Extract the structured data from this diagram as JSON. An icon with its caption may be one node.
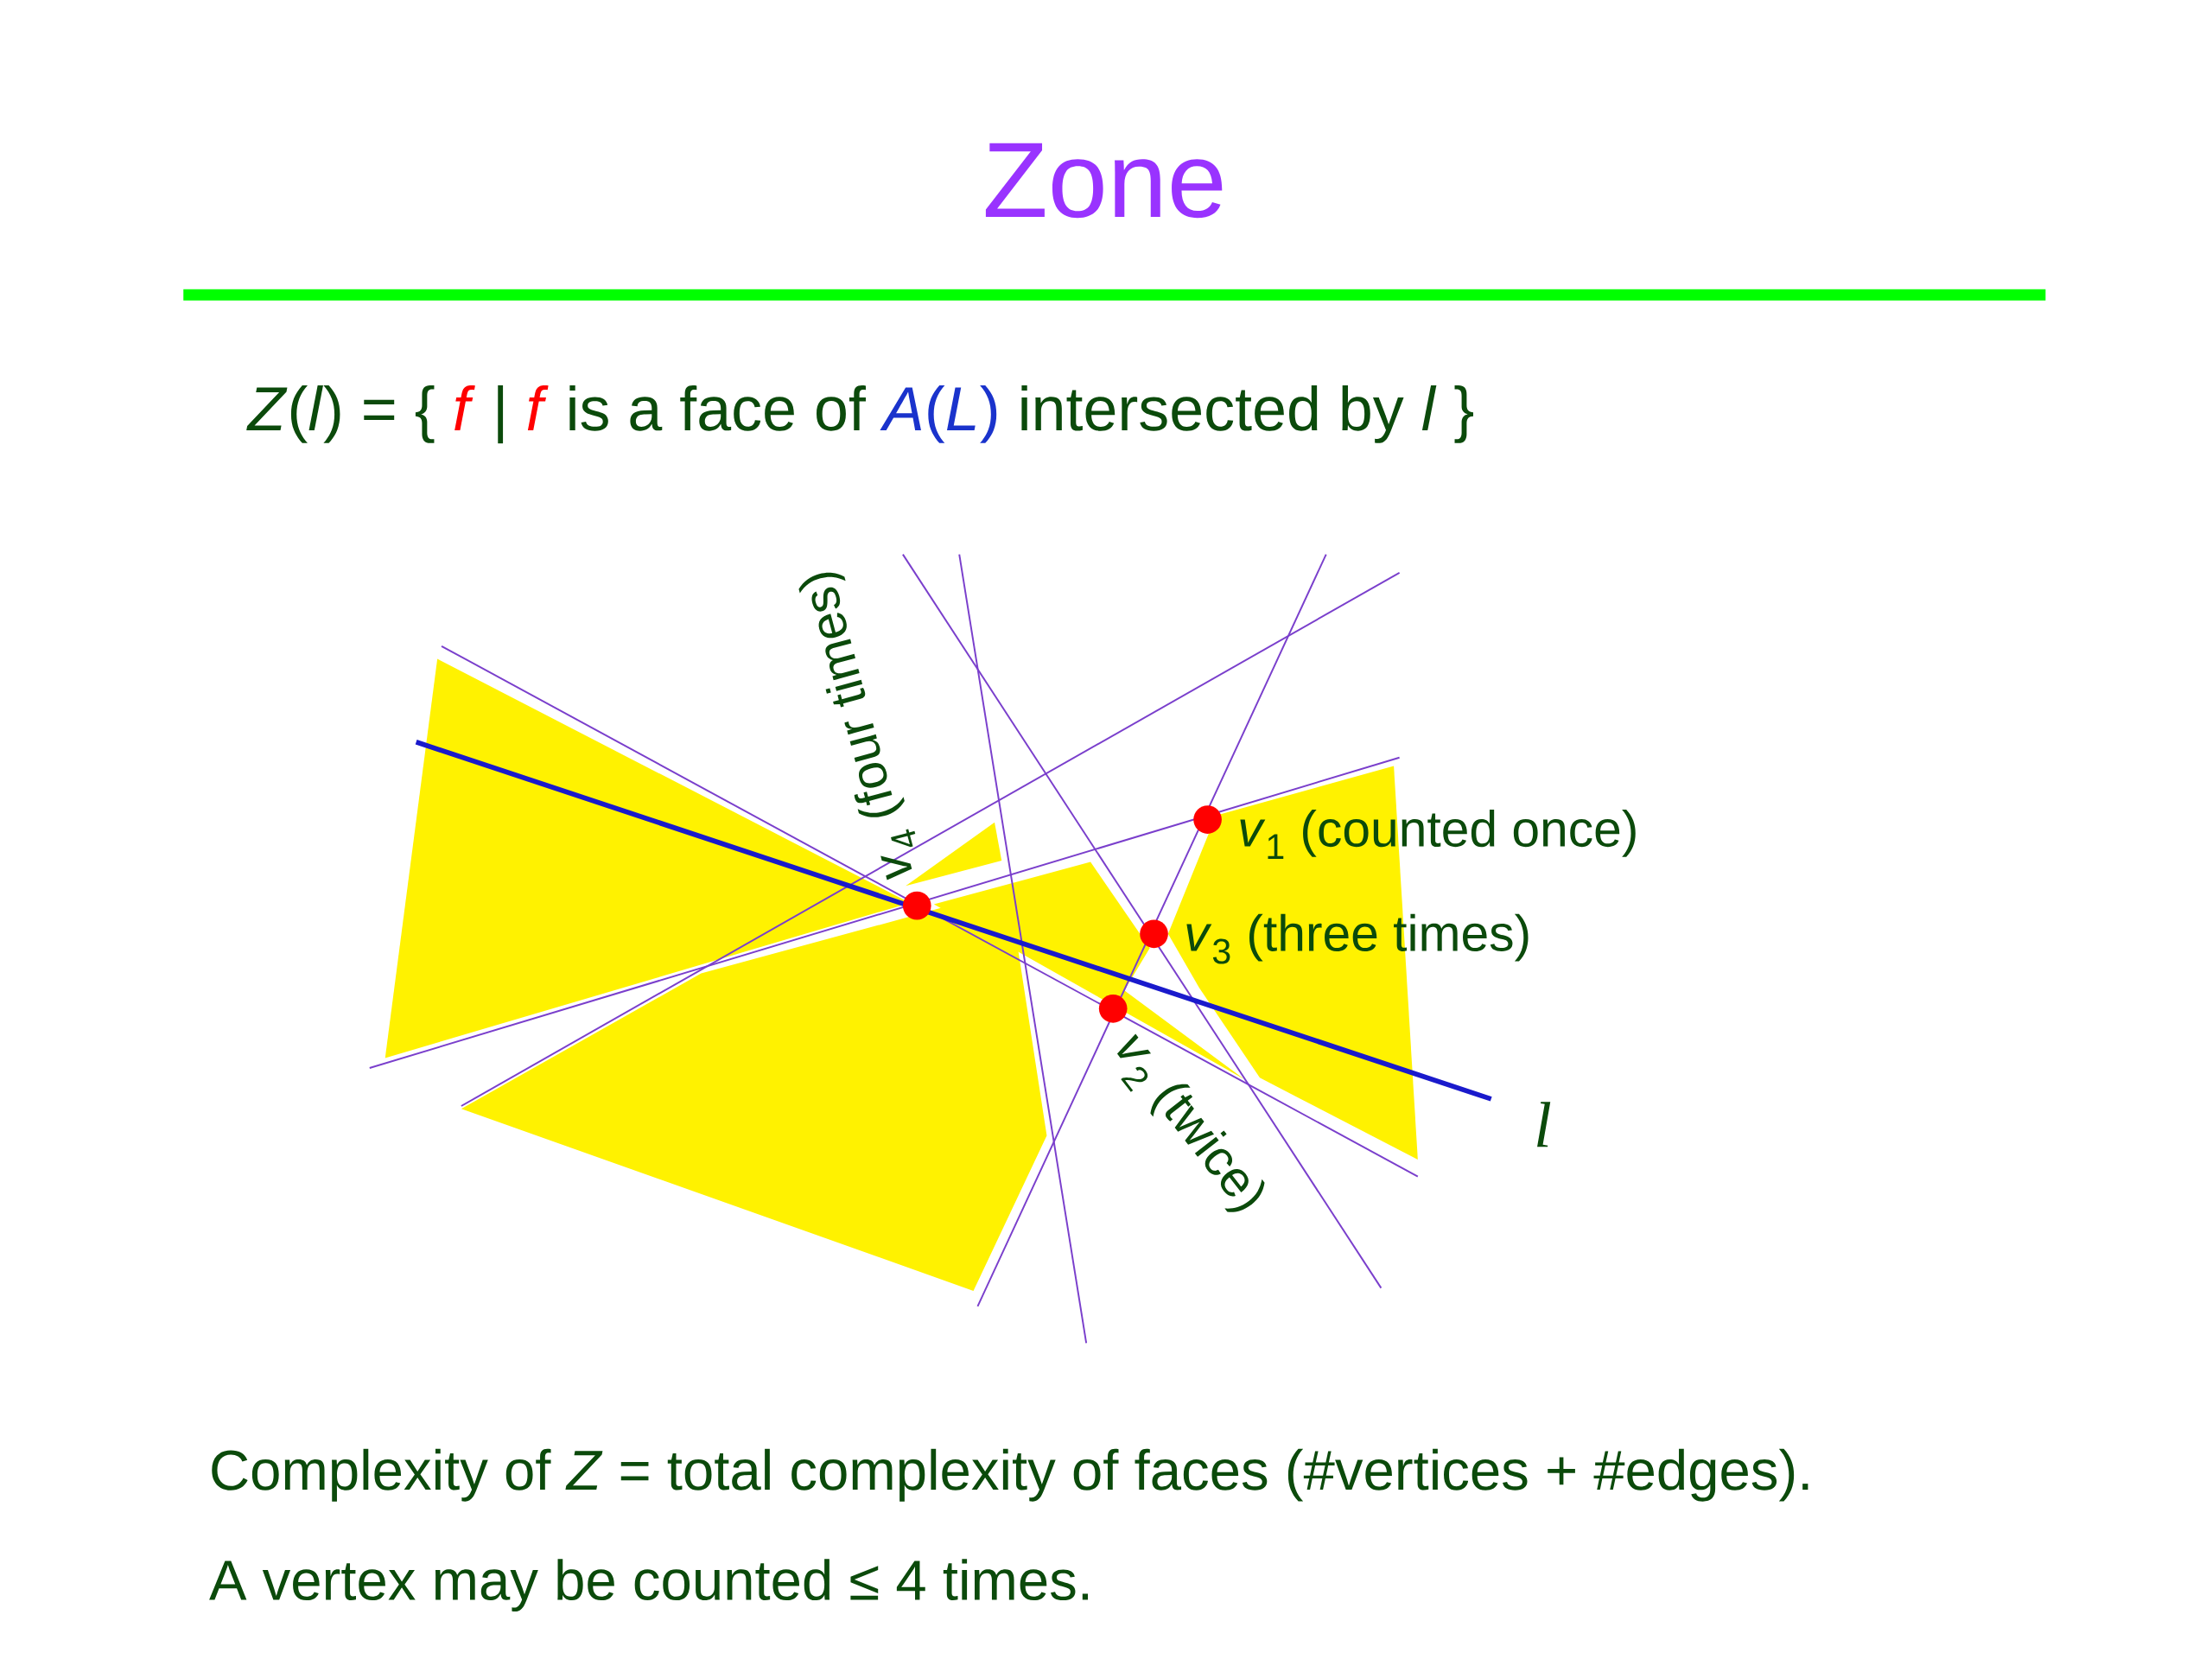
{
  "diagram": {
    "title": "Zone",
    "labels": [
      "*Z*(*l*) = {",
      "*f*",
      "|",
      "*f*",
      "is a face of",
      "*A*(*L*)",
      "intersected by *l* }",
      "*v*$_{4}$ (four times)",
      "*v*$_{1}$ (counted once)",
      "*v*$_{3}$ (three times)",
      "*v*$_{2}$ (twice)",
      "l",
      "Complexity of *Z* = total complexity of faces (#vertices + #edges).",
      "A vertex may be counted ≤ 4 times."
    ]
  }
}
